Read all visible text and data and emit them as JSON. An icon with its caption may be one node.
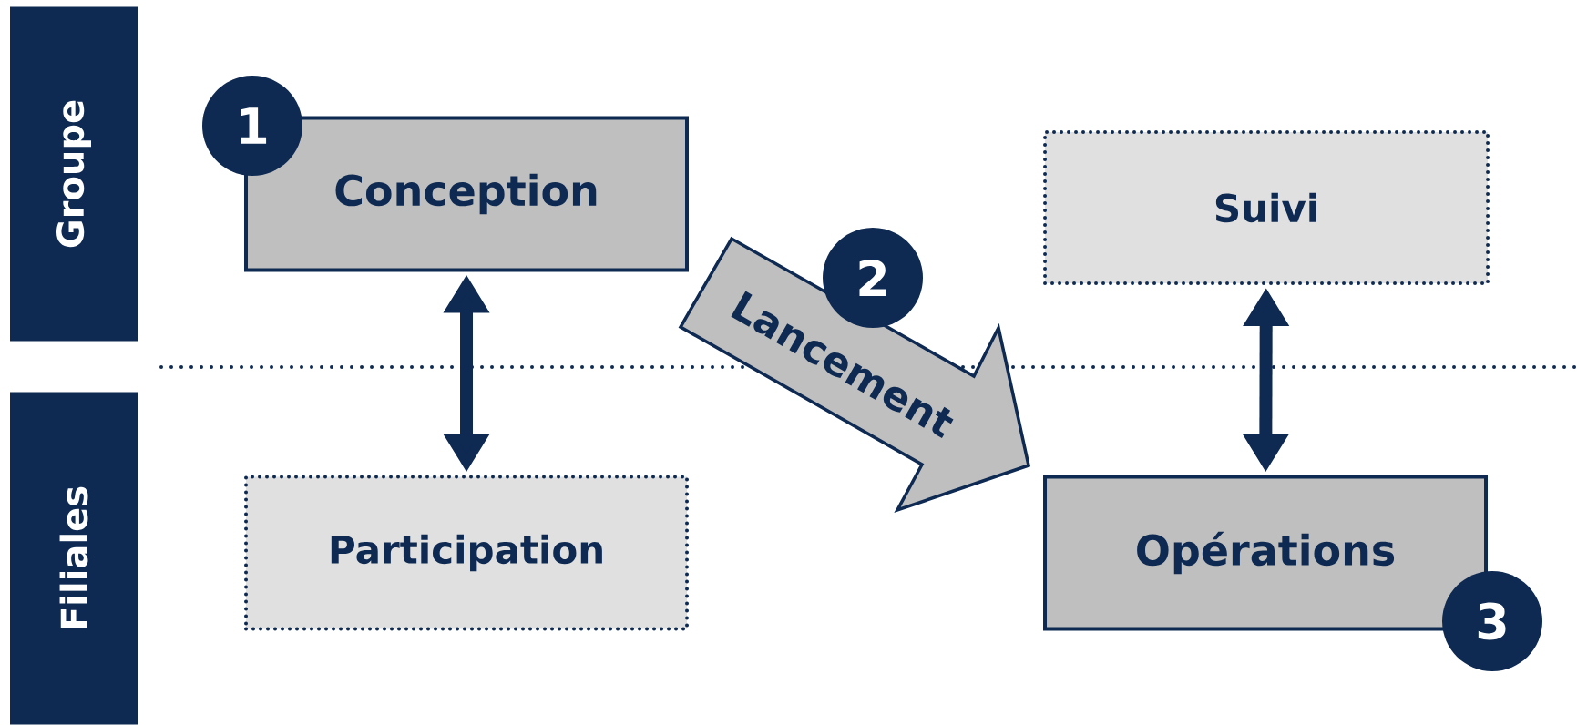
{
  "diagram": {
    "nodes": [
      {
        "text": [
          "Groupe"
        ]
      },
      {
        "text": [
          "1"
        ]
      },
      {
        "text": [
          "Conception"
        ]
      },
      {
        "text": [
          "Suivi"
        ]
      },
      {
        "text": [
          "2"
        ]
      },
      {
        "text": [
          "Lancement"
        ]
      },
      {
        "text": [
          "Filiales"
        ]
      },
      {
        "text": [
          "Participation"
        ]
      },
      {
        "text": [
          "Opérations"
        ]
      },
      {
        "text": [
          "3"
        ]
      }
    ],
    "edges": [
      {
        "from": 2,
        "to": 7,
        "arrow": "both"
      },
      {
        "from": 3,
        "to": 8,
        "arrow": "both"
      }
    ]
  }
}
